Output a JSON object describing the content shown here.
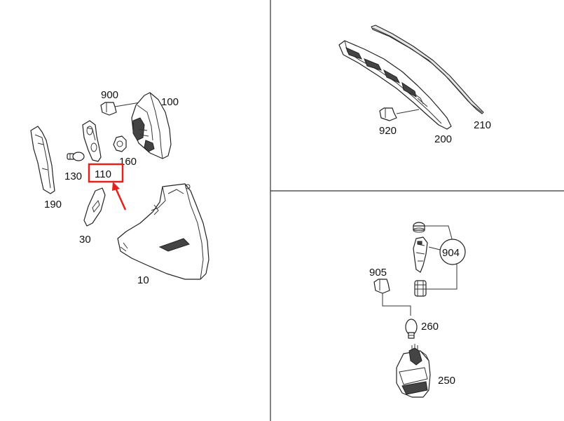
{
  "labels": {
    "l10": "10",
    "l30": "30",
    "l100": "100",
    "l110": "110",
    "l130": "130",
    "l160": "160",
    "l190": "190",
    "l200": "200",
    "l210": "210",
    "l250": "250",
    "l260": "260",
    "l900": "900",
    "l904": "904",
    "l905": "905",
    "l920": "920"
  },
  "highlight": {
    "target_label": "110",
    "box_color": "#e8201a",
    "arrow_color": "#e8201a"
  },
  "colors": {
    "line": "#222222",
    "background": "#ffffff"
  }
}
